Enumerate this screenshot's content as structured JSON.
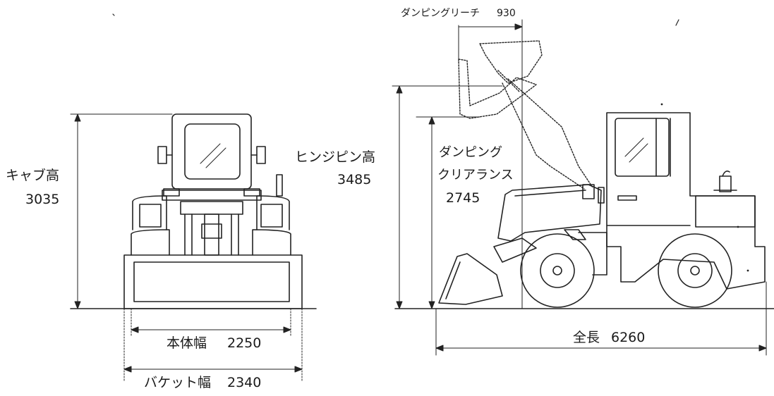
{
  "dimensions": {
    "cab_height": {
      "label": "キャブ高",
      "value": "3035"
    },
    "hinge_pin_height": {
      "label": "ヒンジピン高",
      "value": "3485"
    },
    "dumping_clearance": {
      "label_line1": "ダンピング",
      "label_line2": "クリアランス",
      "value": "2745"
    },
    "dumping_reach": {
      "label": "ダンピングリーチ",
      "value": "930"
    },
    "body_width": {
      "label": "本体幅",
      "value": "2250"
    },
    "bucket_width": {
      "label": "バケット幅",
      "value": "2340"
    },
    "overall_length": {
      "label": "全長",
      "value": "6260"
    }
  }
}
